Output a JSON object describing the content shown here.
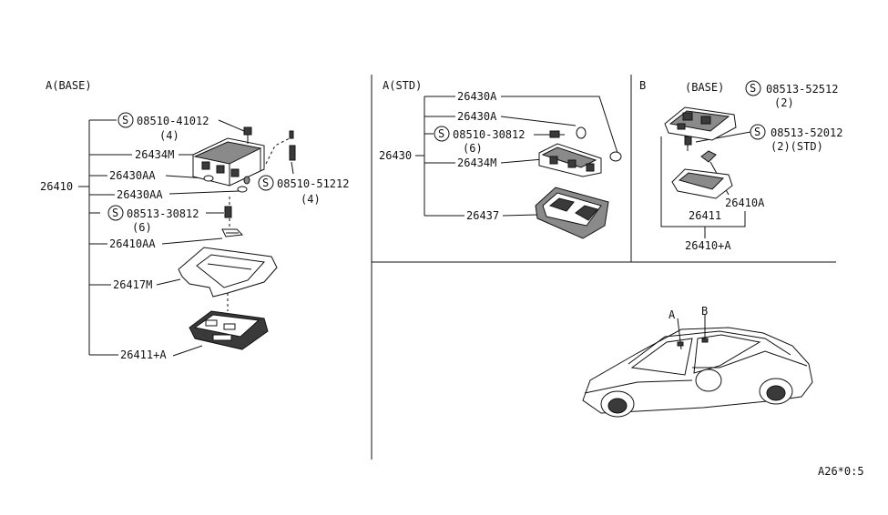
{
  "sections": {
    "a_base": "A(BASE)",
    "a_std": "A(STD)",
    "b": "B"
  },
  "a_base_labels": {
    "p08510_41012": "08510-41012",
    "q4a": "(4)",
    "p26434M": "26434M",
    "p26430AA_1": "26430AA",
    "p26410": "26410",
    "p26430AA_2": "26430AA",
    "p08510_51212": "08510-51212",
    "q4b": "(4)",
    "p08513_30812": "08513-30812",
    "q6": "(6)",
    "p26410AA": "26410AA",
    "p26417M": "26417M",
    "p26411A": "26411+A"
  },
  "a_std_labels": {
    "p26430A_1": "26430A",
    "p26430A_2": "26430A",
    "p08510_30812": "08510-30812",
    "q6": "(6)",
    "p26430": "26430",
    "p26434M": "26434M",
    "p26437": "26437"
  },
  "b_labels": {
    "base_tag": "(BASE)",
    "p08513_52512": "08513-52512",
    "q2": "(2)",
    "p08513_52012": "08513-52012",
    "q2std": "(2)(STD)",
    "p26410A": "26410A",
    "p26411": "26411",
    "p26410A_total": "26410+A"
  },
  "car_labels": {
    "a": "A",
    "b": "B"
  },
  "screw_symbol": "S",
  "footer_code": "A26*0:5"
}
